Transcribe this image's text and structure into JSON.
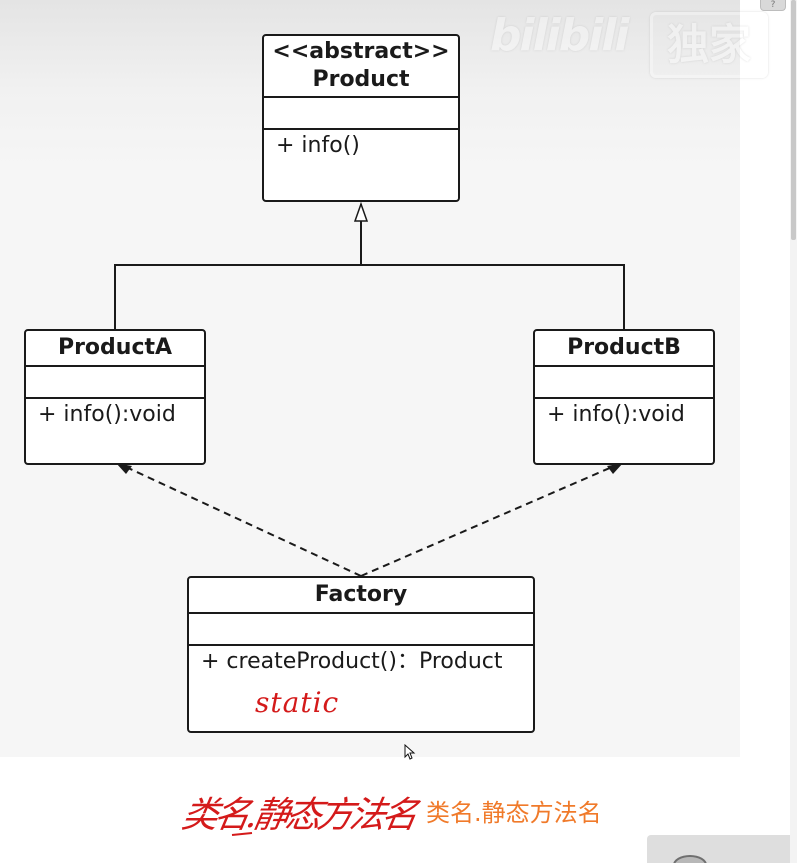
{
  "diagram": {
    "product": {
      "stereotype": "<<abstract>>",
      "name": "Product",
      "method": "+ info()"
    },
    "productA": {
      "name": "ProductA",
      "method": "+ info():void"
    },
    "productB": {
      "name": "ProductB",
      "method": "+ info():void"
    },
    "factory": {
      "name": "Factory",
      "method": "+ createProduct()：Product"
    }
  },
  "annotations": {
    "handwritten_static": "static",
    "handwritten_note": "类名.静态方法名",
    "caption": "类名.静态方法名",
    "color": "#d41a1a",
    "caption_color": "#f07a2a"
  },
  "watermark": {
    "brand": "bilibili",
    "tag": "独家"
  }
}
